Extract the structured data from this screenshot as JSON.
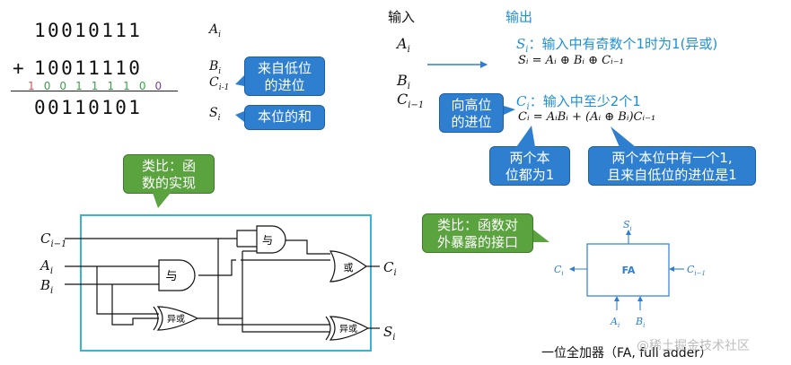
{
  "addition": {
    "row1": "10010111",
    "plus": "+",
    "row2": "10011110",
    "carries": [
      "1",
      "0",
      "0",
      "1",
      "1",
      "1",
      "1",
      "0",
      "0"
    ],
    "result": "00110101",
    "label_a": "A",
    "label_a_sub": "i",
    "label_b": "B",
    "label_b_sub": "i",
    "label_c": "C",
    "label_c_sub": "i-1",
    "label_s": "S",
    "label_s_sub": "i",
    "callout_carry": "来自低位\n的进位",
    "callout_sum": "本位的和"
  },
  "io": {
    "input_title": "输入",
    "output_title": "输出",
    "in_a": "A",
    "in_a_sub": "i",
    "in_b": "B",
    "in_b_sub": "i",
    "in_c": "C",
    "in_c_sub": "i−1",
    "s_title_var": "S",
    "s_title_sub": "i",
    "s_title_text": "：输入中有奇数个1时为1(异或)",
    "s_formula": "Sᵢ = Aᵢ ⊕ Bᵢ ⊕ Cᵢ₋₁",
    "c_title_var": "C",
    "c_title_sub": "i",
    "c_title_text": "：输入中至少2个1",
    "c_formula": "Cᵢ = AᵢBᵢ + (Aᵢ ⊕ Bᵢ)Cᵢ₋₁",
    "callout_high": "向高位\n的进位",
    "callout_both": "两个本\n位都为1",
    "callout_one": "两个本位中有一个1,\n且来自低位的进位是1"
  },
  "circuit": {
    "analogy_callout": "类比：函\n数的实现",
    "in_c": "C",
    "in_c_sub": "i−1",
    "in_a": "A",
    "in_a_sub": "i",
    "in_b": "B",
    "in_b_sub": "i",
    "gate_and1": "与",
    "gate_and2": "与",
    "gate_or": "或",
    "gate_xor1": "异或",
    "gate_xor2": "异或",
    "out_c": "C",
    "out_c_sub": "i",
    "out_s": "S",
    "out_s_sub": "i"
  },
  "fa": {
    "analogy_callout": "类比：函数对\n外暴露的接口",
    "box_label": "FA",
    "s_out": "S",
    "s_out_sub": "i",
    "c_out": "C",
    "c_out_sub": "i",
    "c_in": "C",
    "c_in_sub": "i−1",
    "a_in": "A",
    "a_in_sub": "i",
    "b_in": "B",
    "b_in_sub": "i",
    "caption": "一位全加器（FA, full adder）"
  },
  "watermark": "@稀土掘金技术社区",
  "colors": {
    "blue": "#2f7fd1",
    "green": "#5aa33f",
    "frame": "#3bb3d6",
    "accent_text": "#1f8fd6"
  }
}
